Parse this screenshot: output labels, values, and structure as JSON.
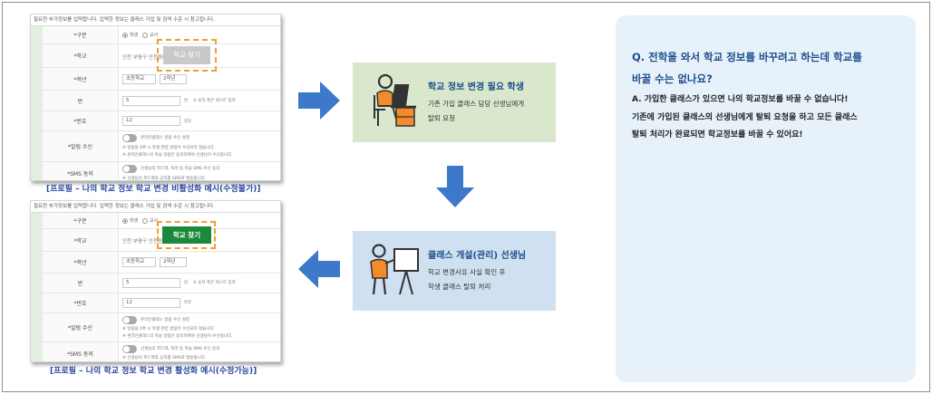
{
  "form": {
    "header_notice": "필요한 부가정보를 입력합니다. 입력한 정보는 클래스 가입 및 검색 수준 시 참고됩니다.",
    "rows": {
      "type_label": "*구분",
      "type_student": "학생",
      "type_teacher": "교사",
      "school_label": "*학교",
      "school_value": "인천 부평구 인천원미초등학교",
      "grade_label": "*학년",
      "grade_value": "초등학교",
      "grade_num": "2학년",
      "class_label": "반",
      "class_value": "5",
      "class_unit": "반",
      "class_hint": "※ 숫자 혹은 텍스트 입력",
      "number_label": "*번호",
      "number_value": "12",
      "number_unit": "번호",
      "alarm_label": "*알림 수신",
      "alarm_toggle_text": "온라인클래스 알림 수신 설정",
      "alarm_note1": "※ 알림을 Off 시 학생 관련 알림이 수신되지 않습니다.",
      "alarm_note2": "※ 온라인클래스의 학습 알림은 동의하여야 선생님이 수신됩니다.",
      "sms_label": "*SMS 동의",
      "sms_toggle_text": "선생님의 피드백, 독려 등 학습 SMS 수신 동의",
      "sms_note": "※ 선생님의 피드백과 공지를 SMS로 발송합니다."
    },
    "find_school_button": "학교 찾기"
  },
  "captions": {
    "disabled": "[프로필 – 나의 학교 정보 학교 변경 비활성화 예시(수정불가)]",
    "enabled": "[프로필 – 나의 학교 정보 학교 변경 활성화 예시(수정가능)]"
  },
  "student_box": {
    "title": "학교 정보 변경 필요 학생",
    "line1": "기존 가입 클래스 담당 선생님에게",
    "line2": "탈퇴 요청"
  },
  "teacher_box": {
    "title": "클래스 개설(관리) 선생님",
    "line1": "학교 변경사유 사실 확인 후",
    "line2": "학생 클래스 탈퇴 처리"
  },
  "qa": {
    "question_line1": "Q. 전학을 와서 학교 정보를 바꾸려고 하는데 학교를",
    "question_line2": "바꿀 수는 없나요?",
    "answer_line1": "A. 가입한 클래스가 있으면 나의 학교정보를 바꿀 수 없습니다!",
    "answer_line2": "기존에 가입된 클래스의 선생님에게 탈퇴 요청을 하고 모든 클래스",
    "answer_line3": "탈퇴 처리가 완료되면 학교정보를 바꿀 수 있어요!"
  },
  "colors": {
    "student_box_bg": "#d9e8cd",
    "teacher_box_bg": "#cfe0f0",
    "arrow_blue": "#3d79c9",
    "qa_bg": "#e6f1fa",
    "title_blue": "#1c4f8a",
    "find_button_enabled": "#1a8a3a",
    "highlight_dash": "#f0a030"
  }
}
